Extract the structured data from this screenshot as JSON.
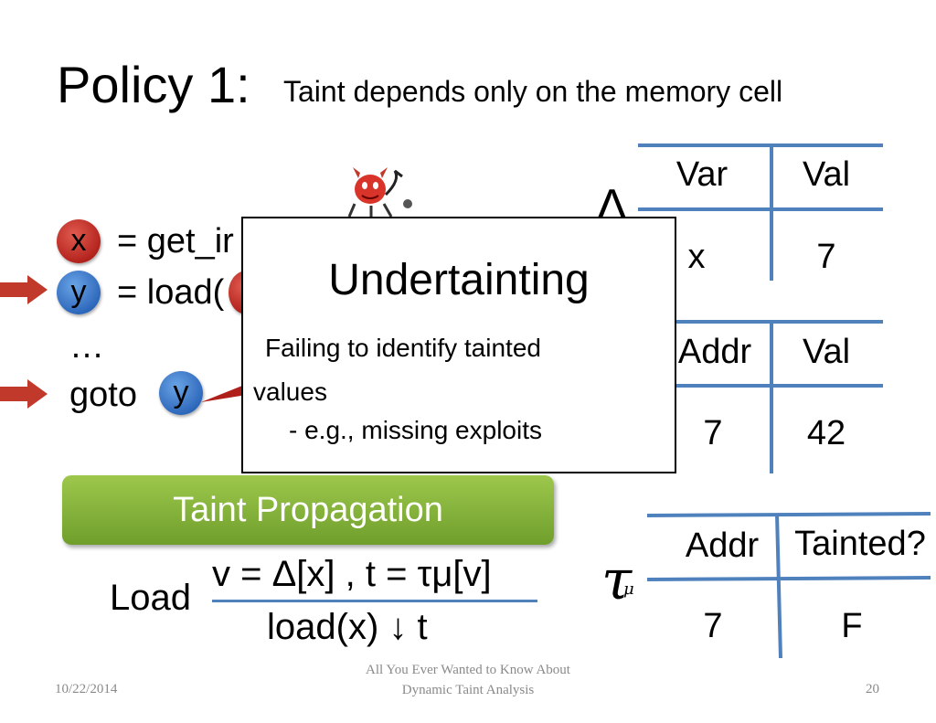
{
  "title": {
    "main": "Policy 1:",
    "sub": "Taint depends only on the memory cell"
  },
  "code": {
    "line1": {
      "var": "x",
      "text": "= get_ir"
    },
    "line2": {
      "var": "y",
      "text": "= load("
    },
    "line3": {
      "text": "…"
    },
    "line4": {
      "text": "goto",
      "var": "y"
    }
  },
  "delta_table": {
    "symbol": "Δ",
    "header": [
      "Var",
      "Val"
    ],
    "row": [
      "x",
      "7"
    ]
  },
  "mu_table": {
    "header": [
      "Addr",
      "Val"
    ],
    "row": [
      "7",
      "42"
    ]
  },
  "tau_table": {
    "symbol": "τ",
    "subscript": "μ",
    "header": [
      "Addr",
      "Tainted?"
    ],
    "row": [
      "7",
      "F"
    ]
  },
  "propagation_button": "Taint Propagation",
  "rule": {
    "name": "Load",
    "premise": "v = Δ[x] , t = τμ[v]",
    "conclusion": "load(x) ↓ t"
  },
  "overlay": {
    "title": "Undertainting",
    "line1": "Failing to identify tainted",
    "line2": "values",
    "line3": "- e.g., missing exploits"
  },
  "footer": {
    "date": "10/22/2014",
    "center_line1": "All You Ever Wanted to Know About",
    "center_line2": "Dynamic Taint Analysis",
    "page": "20"
  },
  "colors": {
    "table_line": "#4f81bd",
    "var_red": "#c0392b",
    "var_blue": "#2e6cc0",
    "arrow_red": "#c0392b",
    "button_green": "#8cb83f"
  }
}
